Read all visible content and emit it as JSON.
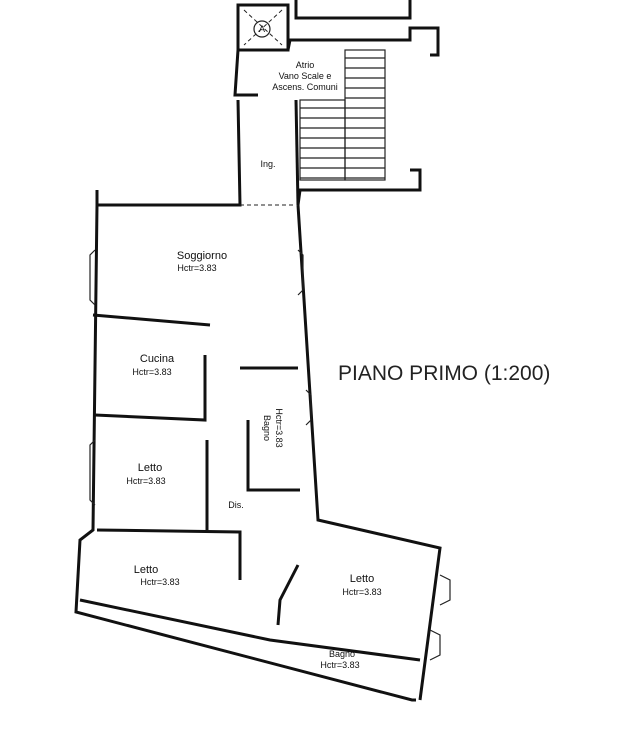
{
  "plan": {
    "title": "PIANO PRIMO (1:200)",
    "elevator_mark": "A",
    "common_area": [
      "Atrio",
      "Vano Scale e",
      "Ascens. Comuni"
    ],
    "rooms": [
      {
        "name": "Ing.",
        "height": ""
      },
      {
        "name": "Soggiorno",
        "height": "Hctr=3.83"
      },
      {
        "name": "Cucina",
        "height": "Hctr=3.83"
      },
      {
        "name": "Bagno",
        "height": "Hctr=3.83"
      },
      {
        "name": "Letto",
        "height": "Hctr=3.83"
      },
      {
        "name": "Dis.",
        "height": ""
      },
      {
        "name": "Letto",
        "height": "Hctr=3.83"
      },
      {
        "name": "Letto",
        "height": "Hctr=3.83"
      },
      {
        "name": "Bagno",
        "height": "Hctr=3.83"
      }
    ]
  }
}
